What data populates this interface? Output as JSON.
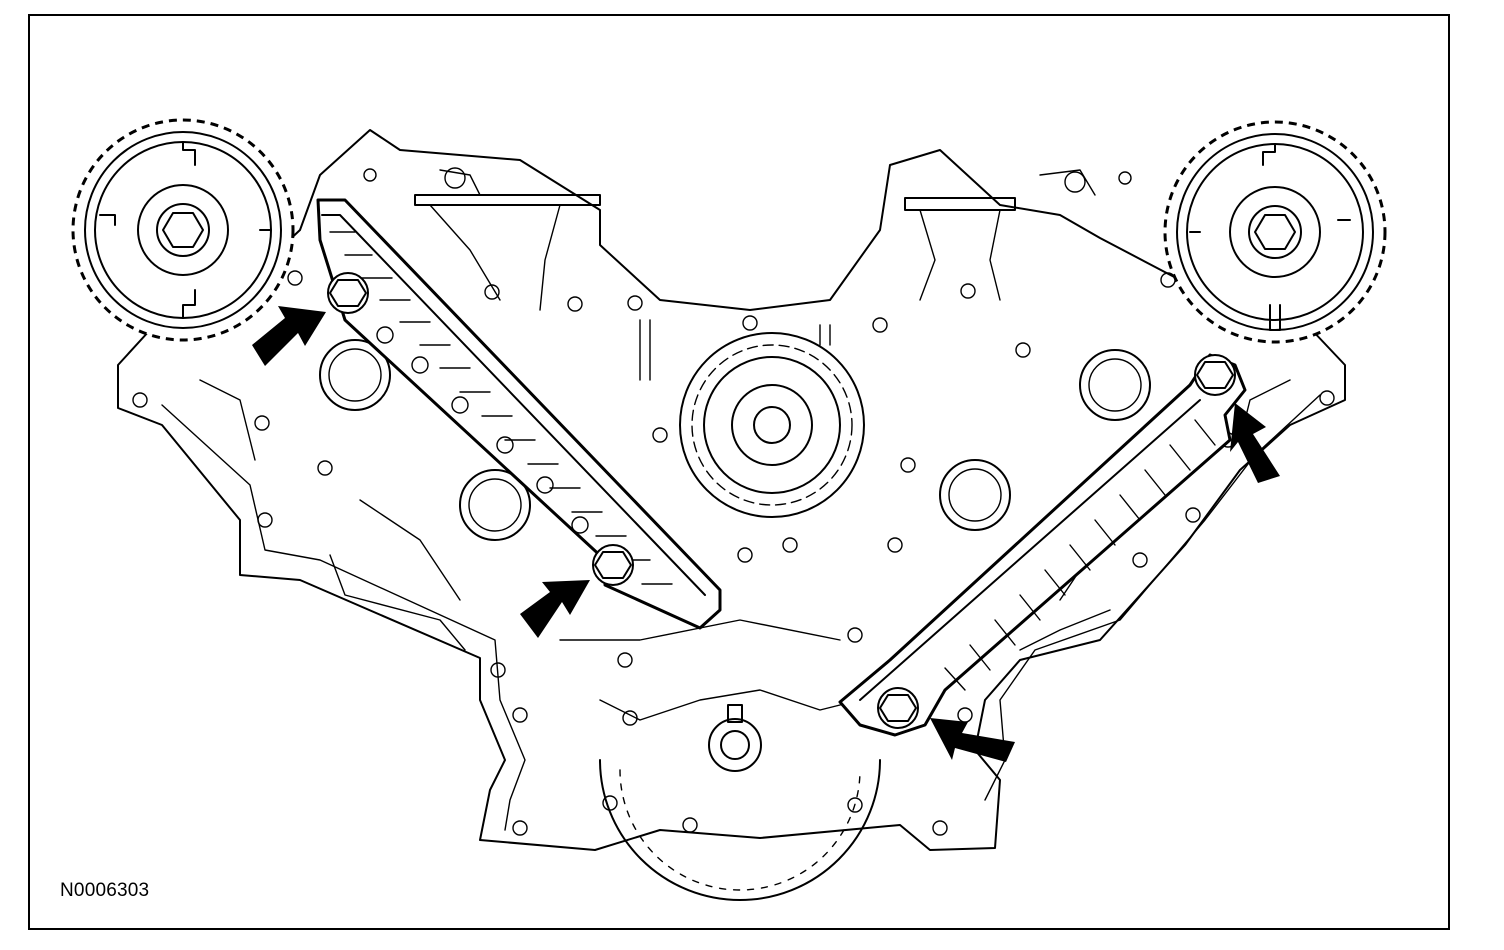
{
  "figure": {
    "id_label": "N0006303"
  },
  "colors": {
    "line": "#000000",
    "background": "#ffffff"
  },
  "callouts": {
    "arrow_count": 4,
    "target": "timing-chain-guide-bolt"
  }
}
